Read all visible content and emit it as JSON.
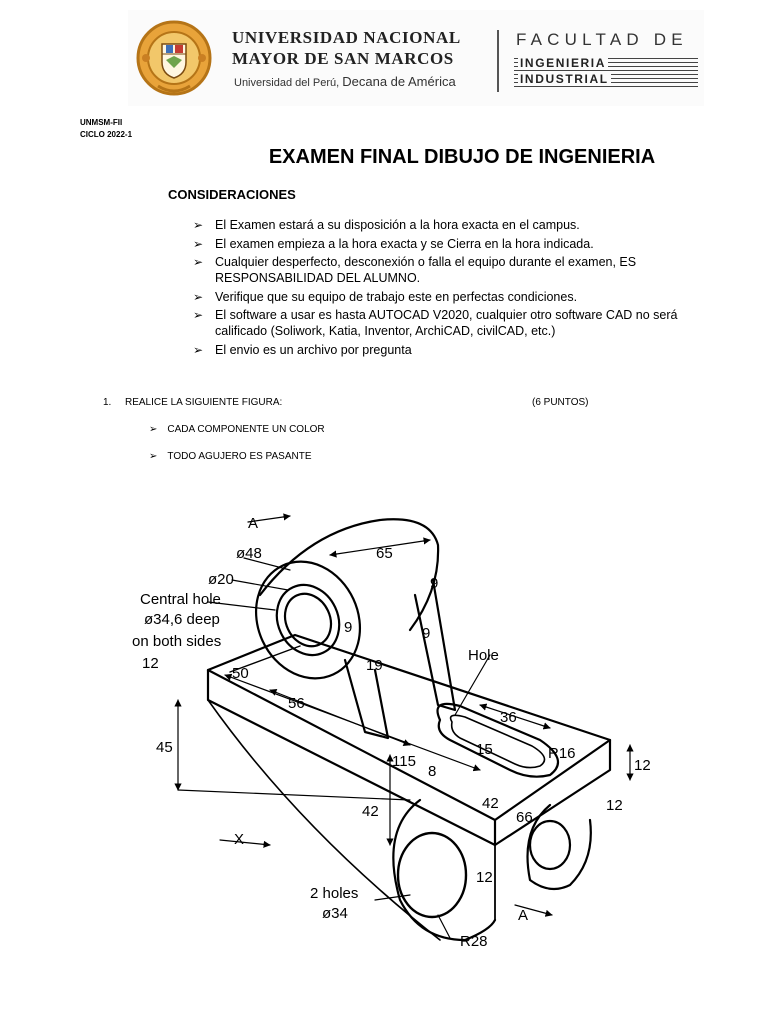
{
  "header": {
    "university_line1": "UNIVERSIDAD NACIONAL",
    "university_line2": "MAYOR DE SAN MARCOS",
    "university_tagline_prefix": "Universidad del Perú,",
    "university_tagline_suffix": "Decana de América",
    "faculty_line1": "FACULTAD DE",
    "faculty_line2": "INGENIERIA",
    "faculty_line3": "INDUSTRIAL"
  },
  "meta": {
    "line1": "UNMSM-FII",
    "line2": "CICLO 2022-1"
  },
  "title": "EXAMEN FINAL DIBUJO DE INGENIERIA",
  "considerations_heading": "CONSIDERACIONES",
  "considerations": [
    "El Examen estará a su disposición a la hora exacta en el campus.",
    "El examen empieza a la hora exacta y se Cierra en la hora indicada.",
    "Cualquier desperfecto, desconexión o falla el equipo durante el examen, ES RESPONSABILIDAD DEL ALUMNO.",
    "Verifique que su equipo de trabajo este en perfectas condiciones.",
    "El software a usar es hasta AUTOCAD V2020, cualquier otro software CAD no será calificado (Soliwork, Katia, Inventor, ArchiCAD, civilCAD, etc.)",
    "El envio es un archivo por pregunta"
  ],
  "question": {
    "number": "1.",
    "text": "REALICE LA SIGUIENTE FIGURA:",
    "points": "(6 PUNTOS)",
    "subitems": [
      "CADA COMPONENTE UN COLOR",
      "TODO AGUJERO ES PASANTE"
    ]
  },
  "figure": {
    "labels": {
      "section_a_top": "A",
      "section_a_bottom": "A",
      "d48": "ø48",
      "d20": "ø20",
      "central_hole_1": "Central hole",
      "central_hole_2": "ø34,6 deep",
      "central_hole_3": "on both sides",
      "dim_65": "65",
      "dim_9a": "9",
      "dim_9b": "9",
      "dim_9c": "9",
      "dim_19": "19",
      "dim_12_left": "12",
      "dim_50": "50",
      "dim_56": "56",
      "dim_45": "45",
      "hole": "Hole",
      "dim_36": "36",
      "dim_15": "15",
      "dim_r16": "R16",
      "dim_115": "115",
      "dim_8": "8",
      "dim_42a": "42",
      "dim_42b": "42",
      "dim_66": "66",
      "dim_12_right": "12",
      "dim_12_right_top": "12",
      "dim_12_bottom": "12",
      "axis_x": "X",
      "two_holes_1": "2 holes",
      "two_holes_2": "ø34",
      "dim_r28": "R28"
    }
  }
}
